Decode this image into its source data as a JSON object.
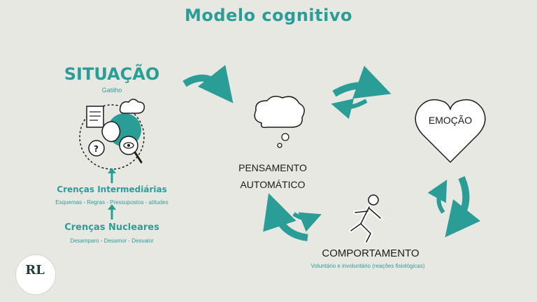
{
  "title": "Modelo cognitivo",
  "situation": {
    "label": "SITUAÇÃO",
    "sub": "Gatilho"
  },
  "intermediate_beliefs": {
    "label": "Crenças Intermediárias",
    "sub": "Esquemas - Regras - Pressupostos - atitudes"
  },
  "core_beliefs": {
    "label": "Crenças Nucleares",
    "sub": "Desamparo - Desamor - Desvalor"
  },
  "thought": {
    "line1": "PENSAMENTO",
    "line2": "AUTOMÁTICO"
  },
  "emotion": {
    "label": "EMOÇÃO"
  },
  "behavior": {
    "label": "COMPORTAMENTO",
    "sub": "Voluntário e involuntário (reações fisiológicas)"
  },
  "logo": {
    "text": "RL"
  },
  "colors": {
    "accent": "#2a9e96",
    "background": "#e8e8e3",
    "dark": "#1b1b1b"
  },
  "icons": [
    "situation-illustration-icon",
    "thought-cloud-icon",
    "heart-icon",
    "running-person-icon",
    "curved-arrow-icon",
    "up-arrow-icon",
    "brain-head-logo-icon"
  ]
}
